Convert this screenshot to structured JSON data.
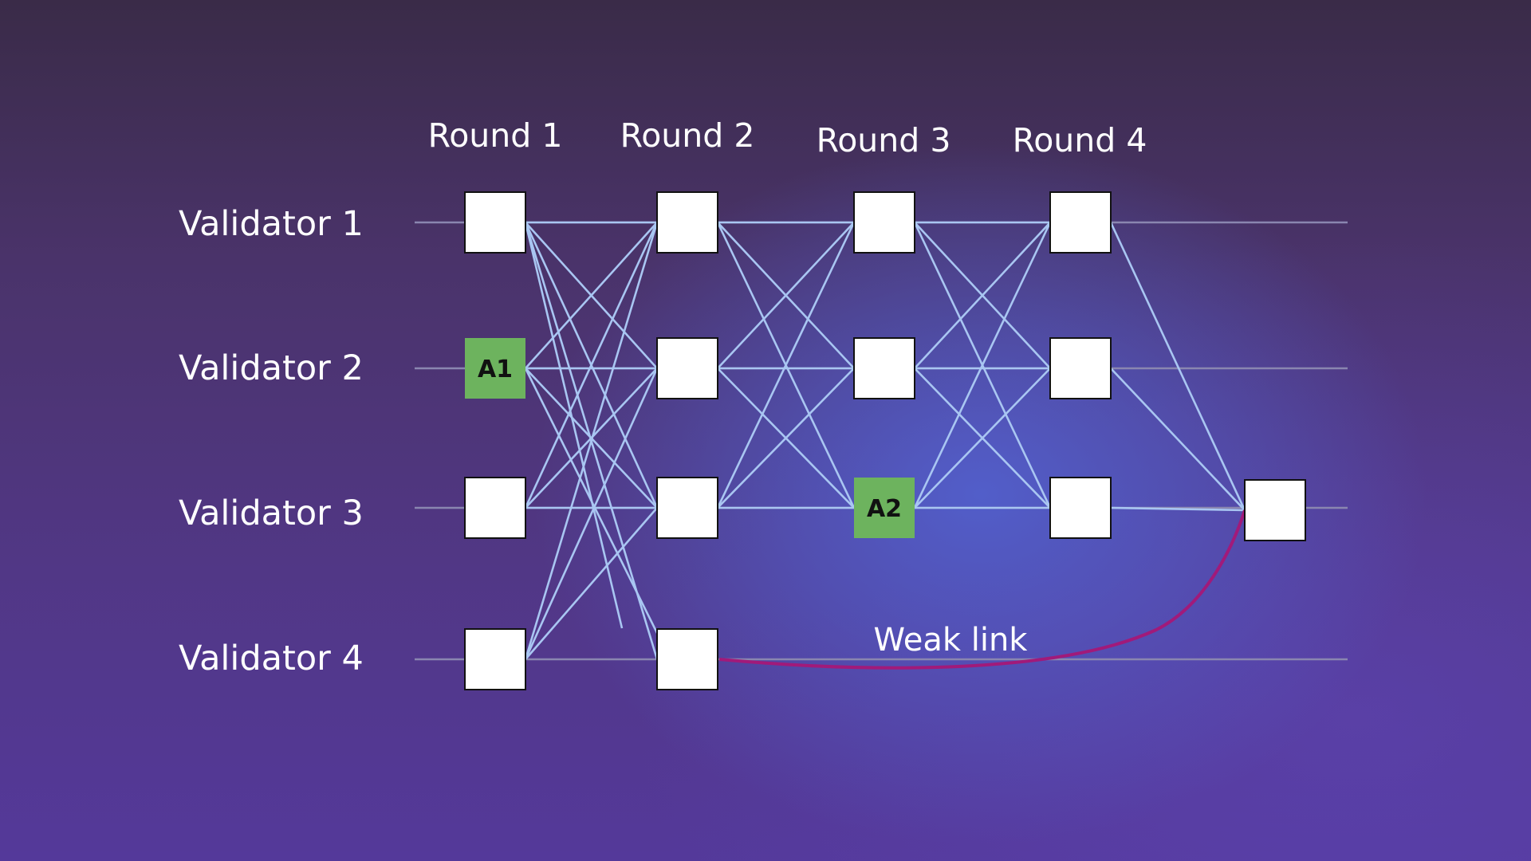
{
  "rounds": [
    "Round 1",
    "Round 2",
    "Round 3",
    "Round 4"
  ],
  "validators": [
    "Validator 1",
    "Validator 2",
    "Validator 3",
    "Validator 4"
  ],
  "weak_link_label": "Weak link",
  "anchors": [
    {
      "label": "A1",
      "round": 1,
      "validator": 2
    },
    {
      "label": "A2",
      "round": 3,
      "validator": 3
    }
  ],
  "colors": {
    "node_fill": "#ffffff",
    "anchor_fill": "#6db35e",
    "edge": "#a9c6f2",
    "lane": "#8a86b0",
    "weak_link": "#a11a7a",
    "text": "#ffffff",
    "anchor_text": "#111111"
  }
}
